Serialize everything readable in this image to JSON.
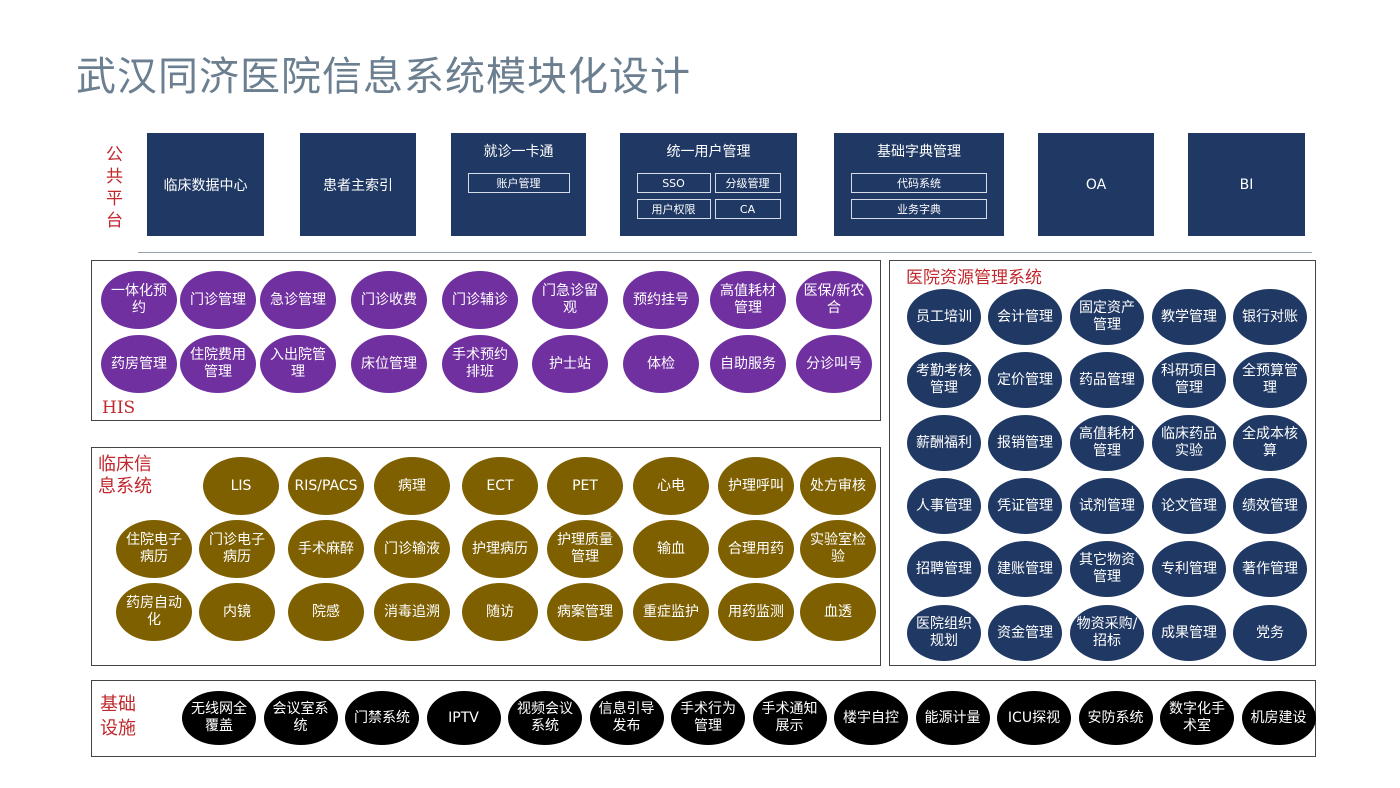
{
  "title": "武汉同济医院信息系统模块化设计",
  "public": {
    "label": "公共平台",
    "boxes": {
      "clinical_data_center": "临床数据中心",
      "patient_index": "患者主索引",
      "card": {
        "title": "就诊一卡通",
        "sub": "账户管理"
      },
      "user_mgmt": {
        "title": "统一用户管理",
        "sso": "SSO",
        "grade": "分级管理",
        "perm": "用户权限",
        "ca": "CA"
      },
      "dict": {
        "title": "基础字典管理",
        "code": "代码系统",
        "biz": "业务字典"
      },
      "oa": "OA",
      "bi": "BI"
    }
  },
  "his": {
    "label": "HIS",
    "items": [
      "一体化预约",
      "门诊管理",
      "急诊管理",
      "门诊收费",
      "门诊辅诊",
      "门急诊留观",
      "预约挂号",
      "高值耗材管理",
      "医保/新农合",
      "药房管理",
      "住院费用管理",
      "入出院管理",
      "床位管理",
      "手术预约排班",
      "护士站",
      "体检",
      "自助服务",
      "分诊叫号"
    ]
  },
  "clinical": {
    "label": "临床信息系统",
    "items": [
      "LIS",
      "RIS/PACS",
      "病理",
      "ECT",
      "PET",
      "心电",
      "护理呼叫",
      "处方审核",
      "住院电子病历",
      "门诊电子病历",
      "手术麻醉",
      "门诊输液",
      "护理病历",
      "护理质量管理",
      "输血",
      "合理用药",
      "实验室检验",
      "药房自动化",
      "内镜",
      "院感",
      "消毒追溯",
      "随访",
      "病案管理",
      "重症监护",
      "用药监测",
      "血透"
    ]
  },
  "hrp": {
    "label": "医院资源管理系统",
    "items": [
      "员工培训",
      "会计管理",
      "固定资产管理",
      "教学管理",
      "银行对账",
      "考勤考核管理",
      "定价管理",
      "药品管理",
      "科研项目管理",
      "全预算管理",
      "薪酬福利",
      "报销管理",
      "高值耗材管理",
      "临床药品实验",
      "全成本核算",
      "人事管理",
      "凭证管理",
      "试剂管理",
      "论文管理",
      "绩效管理",
      "招聘管理",
      "建账管理",
      "其它物资管理",
      "专利管理",
      "著作管理",
      "医院组织规划",
      "资金管理",
      "物资采购/招标",
      "成果管理",
      "党务"
    ]
  },
  "infra": {
    "label": "基础设施",
    "items": [
      "无线网全覆盖",
      "会议室系统",
      "门禁系统",
      "IPTV",
      "视频会议系统",
      "信息引导发布",
      "手术行为管理",
      "手术通知展示",
      "楼宇自控",
      "能源计量",
      "ICU探视",
      "安防系统",
      "数字化手术室",
      "机房建设"
    ]
  },
  "colors": {
    "navy": "#1f3864",
    "purple": "#7030a0",
    "olive": "#7f6000",
    "black": "#000000",
    "label_red": "#c0282d"
  }
}
